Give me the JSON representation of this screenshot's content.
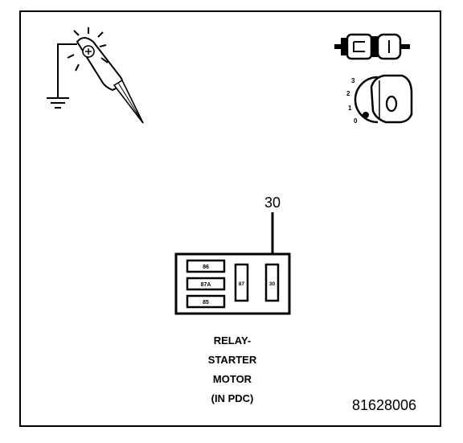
{
  "diagram": {
    "callout_label": "30",
    "relay_pins": {
      "pin_86": "86",
      "pin_87a": "87A",
      "pin_85": "85",
      "pin_87": "87",
      "pin_30": "30"
    },
    "caption": {
      "line1": "RELAY-",
      "line2": "STARTER",
      "line3": "MOTOR",
      "line4": "(IN PDC)"
    },
    "figure_number": "81628006",
    "ignition_positions": {
      "pos_3": "3",
      "pos_2": "2",
      "pos_1": "1",
      "pos_0": "0"
    },
    "icons": [
      "test-light-ground-icon",
      "connector-icon",
      "ignition-switch-icon"
    ]
  }
}
